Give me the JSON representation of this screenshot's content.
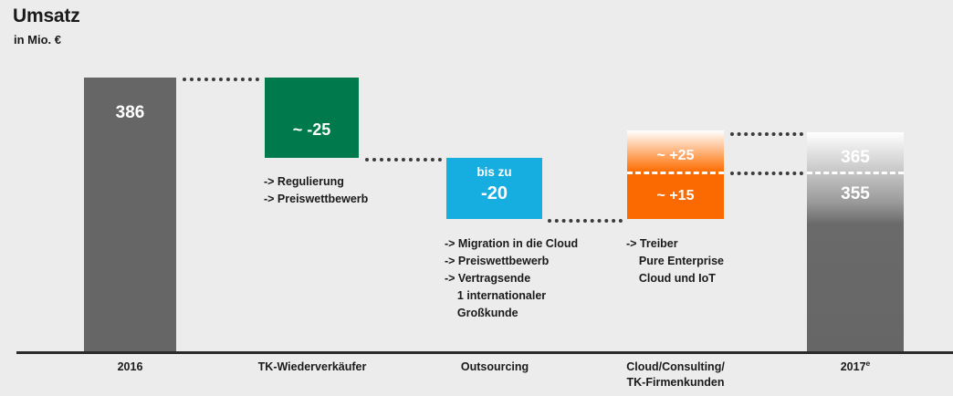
{
  "chart_data": {
    "type": "bar",
    "title": "Umsatz",
    "subtitle": "in Mio. €",
    "xlabel": "",
    "ylabel": "in Mio. €",
    "categories": [
      "2016",
      "TK-Wiederverkäufer",
      "Outsourcing",
      "Cloud/Consulting/TK-Firmenkunden",
      "2017e"
    ],
    "values": [
      386,
      -25,
      -20,
      25,
      365
    ],
    "waterfall": true,
    "bars": [
      {
        "key": "start-2016",
        "category": "2016",
        "kind": "total",
        "color": "#666666",
        "labels": [
          "386"
        ],
        "value": 386
      },
      {
        "key": "tk-wiederverkaeufer",
        "category": "TK-Wiederverkäufer",
        "kind": "decrease",
        "color": "#007a4d",
        "labels": [
          "~ -25"
        ],
        "value": -25
      },
      {
        "key": "outsourcing",
        "category": "Outsourcing",
        "kind": "decrease",
        "color": "#16ade0",
        "labels": [
          "bis zu",
          "-20"
        ],
        "value": -20
      },
      {
        "key": "cloud-consulting",
        "category": "Cloud/Consulting/TK-Firmenkunden",
        "kind": "increase",
        "color": "#fb6a00",
        "labels": [
          "~ +25",
          "~ +15"
        ],
        "value_high": 25,
        "value_low": 15
      },
      {
        "key": "end-2017e",
        "category": "2017e",
        "kind": "total",
        "color": "#666666",
        "labels": [
          "365",
          "355"
        ],
        "value_high": 365,
        "value_low": 355
      }
    ],
    "annotations": [
      {
        "for": "TK-Wiederverkäufer",
        "lines": [
          "-> Regulierung",
          "-> Preiswettbewerb"
        ]
      },
      {
        "for": "Outsourcing",
        "lines": [
          "-> Migration in die Cloud",
          "-> Preiswettbewerb",
          "-> Vertragsende",
          "   1 internationaler",
          "   Großkunde"
        ]
      },
      {
        "for": "Cloud/Consulting/TK-Firmenkunden",
        "lines": [
          "-> Treiber",
          "   Pure Enterprise",
          "   Cloud und IoT"
        ]
      }
    ],
    "grid": false,
    "legend": "none"
  },
  "header": {
    "title": "Umsatz",
    "subtitle": "in Mio. €"
  },
  "bar_values": {
    "v386": "386",
    "vminus25": "~ -25",
    "bis_zu": "bis zu",
    "vminus20": "-20",
    "vplus25": "~ +25",
    "vplus15": "~ +15",
    "v365": "365",
    "v355": "355"
  },
  "notes": {
    "green": "-> Regulierung\n-> Preiswettbewerb",
    "cyan": "-> Migration in die Cloud\n-> Preiswettbewerb\n-> Vertragsende\n    1 internationaler\n    Großkunde",
    "orange": "-> Treiber\n    Pure Enterprise\n    Cloud und IoT"
  },
  "axis": {
    "labels": {
      "l1": "2016",
      "l2": "TK-Wiederverkäufer",
      "l3": "Outsourcing",
      "l4a": "Cloud/Consulting/",
      "l4b": "TK-Firmenkunden",
      "l5_main": "2017",
      "l5_sup": "e"
    }
  },
  "colors": {
    "background": "#ececec",
    "bar_gray": "#666666",
    "bar_green": "#007a4d",
    "bar_cyan": "#16ade0",
    "bar_orange": "#fb6a00",
    "axis": "#2b2b2b",
    "text": "#1a1a1a",
    "value_text": "#ffffff"
  }
}
